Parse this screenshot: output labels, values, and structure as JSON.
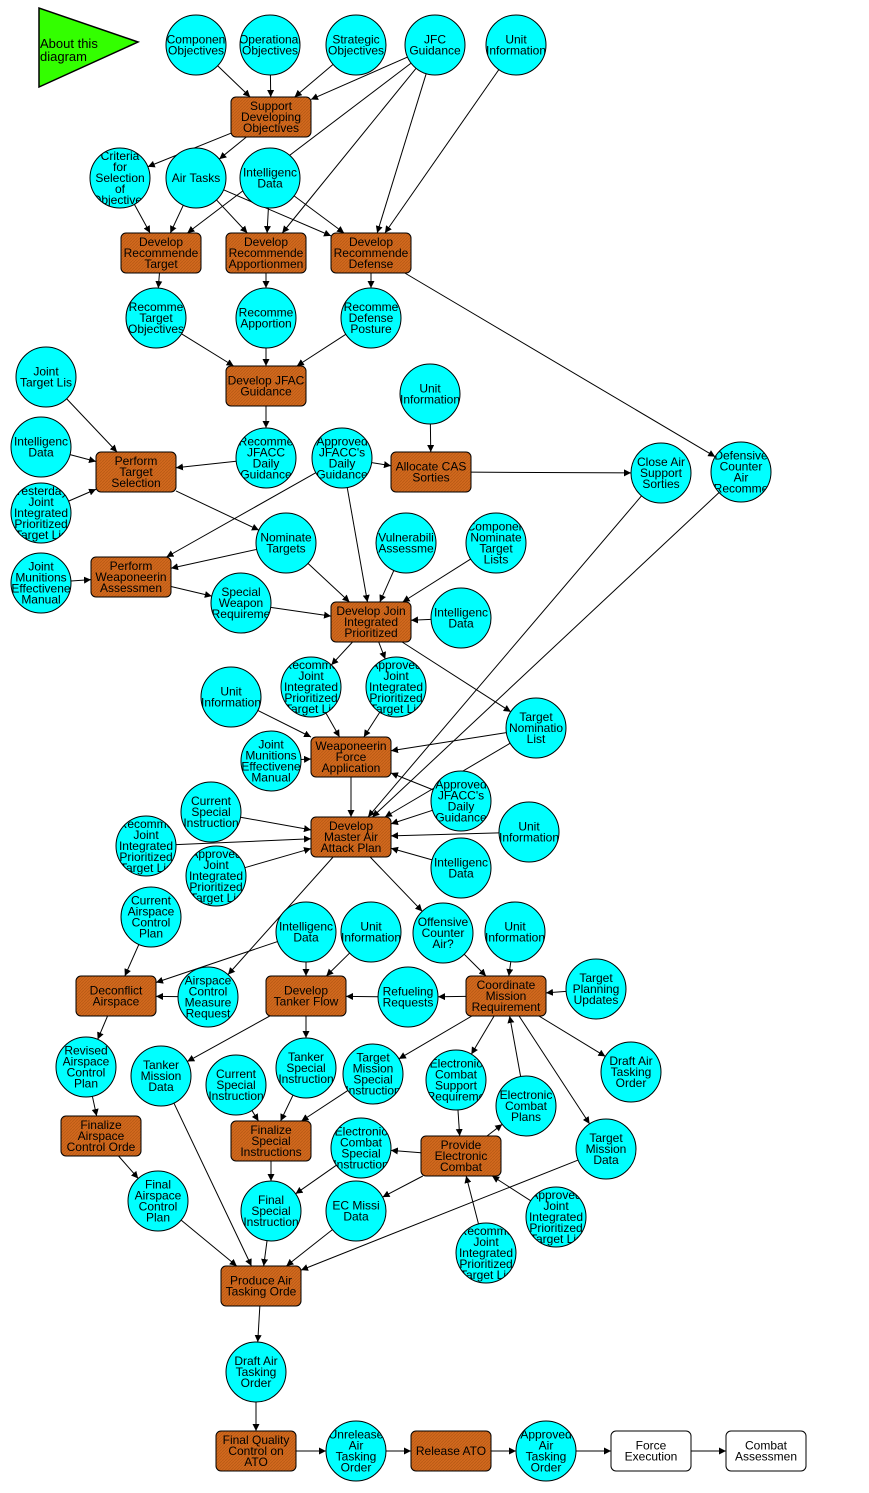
{
  "colors": {
    "data_node": "#00ffff",
    "process_node": "#d2691e",
    "external_node": "#ffffff",
    "about_triangle": "#33ff00"
  },
  "about": {
    "label": [
      "About this",
      "diagram"
    ]
  },
  "nodes": [
    {
      "id": "compobj",
      "type": "data",
      "lines": [
        "Componen",
        "Objectives"
      ]
    },
    {
      "id": "operobj",
      "type": "data",
      "lines": [
        "Operational",
        "Objectives"
      ]
    },
    {
      "id": "stratobj",
      "type": "data",
      "lines": [
        "Strategic",
        "Objectives"
      ]
    },
    {
      "id": "jfcg",
      "type": "data",
      "lines": [
        "JFC",
        "Guidance"
      ]
    },
    {
      "id": "unit1",
      "type": "data",
      "lines": [
        "Unit",
        "Information"
      ]
    },
    {
      "id": "sdo",
      "type": "process",
      "lines": [
        "Support",
        "Developing",
        "Objectives"
      ]
    },
    {
      "id": "criteria",
      "type": "data",
      "lines": [
        "Criteria",
        "for",
        "Selection",
        "of",
        "Objectives"
      ]
    },
    {
      "id": "airtasks",
      "type": "data",
      "lines": [
        "Air Tasks"
      ]
    },
    {
      "id": "intel1",
      "type": "data",
      "lines": [
        "Intelligenc",
        "Data"
      ]
    },
    {
      "id": "drt",
      "type": "process",
      "lines": [
        "Develop",
        "Recommende",
        "Target"
      ]
    },
    {
      "id": "dra",
      "type": "process",
      "lines": [
        "Develop",
        "Recommende",
        "Apportionmen"
      ]
    },
    {
      "id": "drd",
      "type": "process",
      "lines": [
        "Develop",
        "Recommende",
        "Defense"
      ]
    },
    {
      "id": "rto",
      "type": "data",
      "lines": [
        "Recomme",
        "Target",
        "Objectives"
      ]
    },
    {
      "id": "rapp",
      "type": "data",
      "lines": [
        "Recomme",
        "Apportion"
      ]
    },
    {
      "id": "rdp",
      "type": "data",
      "lines": [
        "Recomme",
        "Defense",
        "Posture"
      ]
    },
    {
      "id": "djg",
      "type": "process",
      "lines": [
        "Develop JFAC",
        "Guidance"
      ]
    },
    {
      "id": "jtl",
      "type": "data",
      "lines": [
        "Joint",
        "Target Lis"
      ]
    },
    {
      "id": "unit2",
      "type": "data",
      "lines": [
        "Unit",
        "Information"
      ]
    },
    {
      "id": "intel2",
      "type": "data",
      "lines": [
        "Intelligenc",
        "Data"
      ]
    },
    {
      "id": "pts",
      "type": "process",
      "lines": [
        "Perform",
        "Target",
        "Selection"
      ]
    },
    {
      "id": "rjdg",
      "type": "data",
      "lines": [
        "Recomme",
        "JFACC",
        "Daily",
        "Guidance"
      ]
    },
    {
      "id": "ajdg",
      "type": "data",
      "lines": [
        "Approved",
        "JFACC's",
        "Daily",
        "Guidance"
      ]
    },
    {
      "id": "acas",
      "type": "process",
      "lines": [
        "Allocate CAS",
        "Sorties"
      ]
    },
    {
      "id": "cass",
      "type": "data",
      "lines": [
        "Close Air",
        "Support",
        "Sorties"
      ]
    },
    {
      "id": "dca",
      "type": "data",
      "lines": [
        "Defensive",
        "Counter",
        "Air",
        "Recomme"
      ]
    },
    {
      "id": "yjipt",
      "type": "data",
      "lines": [
        "Yesterday",
        "Joint",
        "Integrated",
        "Prioritized",
        "Target Lis"
      ]
    },
    {
      "id": "nomt",
      "type": "data",
      "lines": [
        "Nominate",
        "Targets"
      ]
    },
    {
      "id": "vuln",
      "type": "data",
      "lines": [
        "Vulnerabili",
        "Assessme"
      ]
    },
    {
      "id": "cntl",
      "type": "data",
      "lines": [
        "Componen",
        "Nominate",
        "Target",
        "Lists"
      ]
    },
    {
      "id": "jme1",
      "type": "data",
      "lines": [
        "Joint",
        "Munitions",
        "Effectivene",
        "Manual"
      ]
    },
    {
      "id": "pwa",
      "type": "process",
      "lines": [
        "Perform",
        "Weaponeerin",
        "Assessmen"
      ]
    },
    {
      "id": "swr",
      "type": "data",
      "lines": [
        "Special",
        "Weapon",
        "Requireme"
      ]
    },
    {
      "id": "djip",
      "type": "process",
      "lines": [
        "Develop Join",
        "Integrated",
        "Prioritized"
      ]
    },
    {
      "id": "intel3",
      "type": "data",
      "lines": [
        "Intelligenc",
        "Data"
      ]
    },
    {
      "id": "unit3",
      "type": "data",
      "lines": [
        "Unit",
        "Information"
      ]
    },
    {
      "id": "rjipt1",
      "type": "data",
      "lines": [
        "Recomme",
        "Joint",
        "Integrated",
        "Prioritized",
        "Target Lis"
      ]
    },
    {
      "id": "ajipt1",
      "type": "data",
      "lines": [
        "Approved",
        "Joint",
        "Integrated",
        "Prioritized",
        "Target Lis"
      ]
    },
    {
      "id": "tnl",
      "type": "data",
      "lines": [
        "Target",
        "Nominatio",
        "List"
      ]
    },
    {
      "id": "jme2",
      "type": "data",
      "lines": [
        "Joint",
        "Munitions",
        "Effectivene",
        "Manual"
      ]
    },
    {
      "id": "wfa",
      "type": "process",
      "lines": [
        "Weaponeerin",
        "Force",
        "Application"
      ]
    },
    {
      "id": "csi1",
      "type": "data",
      "lines": [
        "Current",
        "Special",
        "Instruction"
      ]
    },
    {
      "id": "ajdg2",
      "type": "data",
      "lines": [
        "Approved",
        "JFACC's",
        "Daily",
        "Guidance"
      ]
    },
    {
      "id": "unit4",
      "type": "data",
      "lines": [
        "Unit",
        "Information"
      ]
    },
    {
      "id": "rjipt2",
      "type": "data",
      "lines": [
        "Recomme",
        "Joint",
        "Integrated",
        "Prioritized",
        "Target Lis"
      ]
    },
    {
      "id": "dmaap",
      "type": "process",
      "lines": [
        "Develop",
        "Master Air",
        "Attack Plan"
      ]
    },
    {
      "id": "ajipt2",
      "type": "data",
      "lines": [
        "Approved",
        "Joint",
        "Integrated",
        "Prioritized",
        "Target Lis"
      ]
    },
    {
      "id": "intel4",
      "type": "data",
      "lines": [
        "Intelligenc",
        "Data"
      ]
    },
    {
      "id": "cacp",
      "type": "data",
      "lines": [
        "Current",
        "Airspace",
        "Control",
        "Plan"
      ]
    },
    {
      "id": "intel5",
      "type": "data",
      "lines": [
        "Intelligenc",
        "Data"
      ]
    },
    {
      "id": "unit5",
      "type": "data",
      "lines": [
        "Unit",
        "Information"
      ]
    },
    {
      "id": "oca",
      "type": "data",
      "lines": [
        "Offensive",
        "Counter",
        "Air?"
      ]
    },
    {
      "id": "unit6",
      "type": "data",
      "lines": [
        "Unit",
        "Information"
      ]
    },
    {
      "id": "deconf",
      "type": "process",
      "lines": [
        "Deconflict",
        "Airspace"
      ]
    },
    {
      "id": "acmr",
      "type": "data",
      "lines": [
        "Airspace",
        "Control",
        "Measure",
        "Request"
      ]
    },
    {
      "id": "dtf",
      "type": "process",
      "lines": [
        "Develop",
        "Tanker Flow"
      ]
    },
    {
      "id": "refr",
      "type": "data",
      "lines": [
        "Refueling",
        "Requests"
      ]
    },
    {
      "id": "cmr",
      "type": "process",
      "lines": [
        "Coordinate",
        "Mission",
        "Requirement"
      ]
    },
    {
      "id": "tpu",
      "type": "data",
      "lines": [
        "Target",
        "Planning",
        "Updates"
      ]
    },
    {
      "id": "racp",
      "type": "data",
      "lines": [
        "Revised",
        "Airspace",
        "Control",
        "Plan"
      ]
    },
    {
      "id": "tmd",
      "type": "data",
      "lines": [
        "Tanker",
        "Mission",
        "Data"
      ]
    },
    {
      "id": "csi2",
      "type": "data",
      "lines": [
        "Current",
        "Special",
        "Instruction"
      ]
    },
    {
      "id": "tsi",
      "type": "data",
      "lines": [
        "Tanker",
        "Special",
        "Instruction"
      ]
    },
    {
      "id": "tmsi",
      "type": "data",
      "lines": [
        "Target",
        "Mission",
        "Special",
        "Instruction"
      ]
    },
    {
      "id": "ecsr",
      "type": "data",
      "lines": [
        "Electronic",
        "Combat",
        "Support",
        "Requireme"
      ]
    },
    {
      "id": "ecp",
      "type": "data",
      "lines": [
        "Electronic",
        "Combat",
        "Plans"
      ]
    },
    {
      "id": "data1",
      "type": "data",
      "lines": [
        "Draft Air",
        "Tasking",
        "Order"
      ]
    },
    {
      "id": "faco",
      "type": "process",
      "lines": [
        "Finalize",
        "Airspace",
        "Control Orde"
      ]
    },
    {
      "id": "fsi",
      "type": "process",
      "lines": [
        "Finalize",
        "Special",
        "Instructions"
      ]
    },
    {
      "id": "ecsi",
      "type": "data",
      "lines": [
        "Electronic",
        "Combat",
        "Special",
        "Instruction"
      ]
    },
    {
      "id": "pec",
      "type": "process",
      "lines": [
        "Provide",
        "Electronic",
        "Combat"
      ]
    },
    {
      "id": "tgtmd",
      "type": "data",
      "lines": [
        "Target",
        "Mission",
        "Data"
      ]
    },
    {
      "id": "facp",
      "type": "data",
      "lines": [
        "Final",
        "Airspace",
        "Control",
        "Plan"
      ]
    },
    {
      "id": "fsi2",
      "type": "data",
      "lines": [
        "Final",
        "Special",
        "Instruction"
      ]
    },
    {
      "id": "ecmd",
      "type": "data",
      "lines": [
        "EC Missi",
        "Data"
      ]
    },
    {
      "id": "ajipt3",
      "type": "data",
      "lines": [
        "Approved",
        "Joint",
        "Integrated",
        "Prioritized",
        "Target Lis"
      ]
    },
    {
      "id": "rjipt3",
      "type": "data",
      "lines": [
        "Recomme",
        "Joint",
        "Integrated",
        "Prioritized",
        "Target Lis"
      ]
    },
    {
      "id": "pato",
      "type": "process",
      "lines": [
        "Produce Air",
        "Tasking Orde"
      ]
    },
    {
      "id": "dato2",
      "type": "data",
      "lines": [
        "Draft Air",
        "Tasking",
        "Order"
      ]
    },
    {
      "id": "fqc",
      "type": "process",
      "lines": [
        "Final Quality",
        "Control on",
        "ATO"
      ]
    },
    {
      "id": "uato",
      "type": "data",
      "lines": [
        "Unrelease",
        "Air",
        "Tasking",
        "Order"
      ]
    },
    {
      "id": "rato",
      "type": "process",
      "lines": [
        "Release ATO"
      ]
    },
    {
      "id": "aato",
      "type": "data",
      "lines": [
        "Approved",
        "Air",
        "Tasking",
        "Order"
      ]
    },
    {
      "id": "fexec",
      "type": "external",
      "lines": [
        "Force",
        "Execution"
      ]
    },
    {
      "id": "cassess",
      "type": "external",
      "lines": [
        "Combat",
        "Assessmen"
      ]
    }
  ]
}
